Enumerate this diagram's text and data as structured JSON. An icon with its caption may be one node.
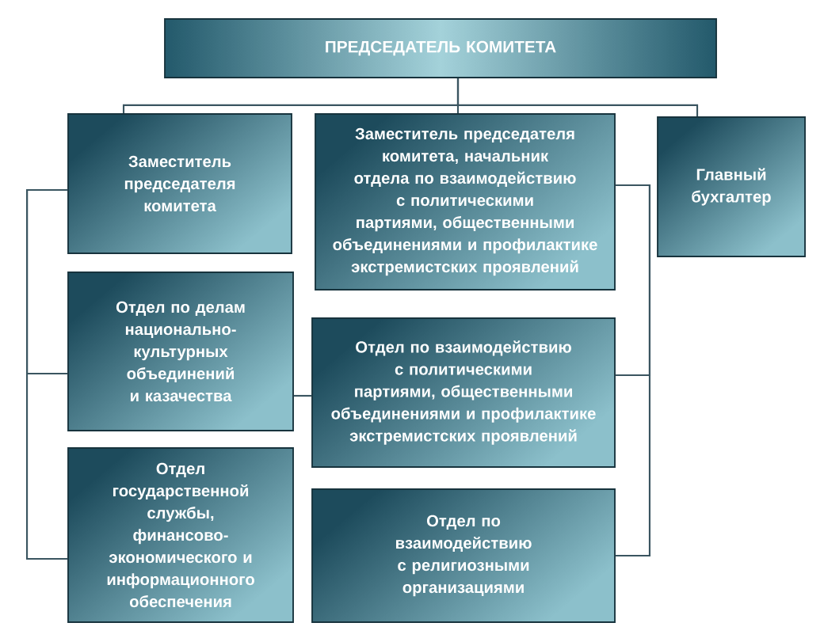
{
  "diagram": {
    "nodes": [
      {
        "text": [
          "ПРЕДСЕДАТЕЛЬ КОМИТЕТА"
        ]
      },
      {
        "text": [
          "Заместитель председателя комитета"
        ]
      },
      {
        "text": [
          "Заместитель председателя комитета, начальник отдела по взаимодействию с политическими партиями, общественными объединениями и профилактике экстремистских проявлений"
        ]
      },
      {
        "text": [
          "Главный бухгалтер"
        ]
      },
      {
        "text": [
          "Отдел по делам национально-культурных объединений и казачества"
        ]
      },
      {
        "text": [
          "Отдел по взаимодействию с политическими партиями, общественными объединениями и профилактике экстремистских проявлений"
        ]
      },
      {
        "text": [
          "Отдел государственной службы, финансово-экономического и информационного обеспечения"
        ]
      },
      {
        "text": [
          "Отдел по взаимодействию с религиозными организациями"
        ]
      }
    ],
    "edges": [
      {
        "from": 0,
        "to": 1,
        "arrow": "none"
      },
      {
        "from": 0,
        "to": 2,
        "arrow": "none"
      },
      {
        "from": 0,
        "to": 3,
        "arrow": "none"
      },
      {
        "from": 1,
        "to": 4,
        "arrow": "none"
      },
      {
        "from": 1,
        "to": 6,
        "arrow": "none"
      },
      {
        "from": 2,
        "to": 5,
        "arrow": "none"
      },
      {
        "from": 2,
        "to": 7,
        "arrow": "none"
      },
      {
        "from": 4,
        "to": 5,
        "arrow": "none"
      }
    ]
  }
}
